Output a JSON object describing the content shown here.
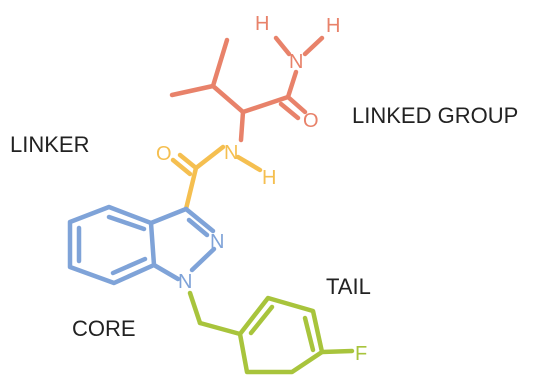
{
  "labels": {
    "linker": "LINKER",
    "linked_group": "LINKED GROUP",
    "core": "CORE",
    "tail": "TAIL"
  },
  "atoms": {
    "amide_h1": "H",
    "amide_h2": "H",
    "amide_n": "N",
    "amide_o": "O",
    "linker_o": "O",
    "linker_n": "N",
    "linker_h": "H",
    "core_n2": "N",
    "core_n1": "N",
    "fluorine": "F"
  },
  "colors": {
    "linked_group": "#e8826a",
    "linker": "#f5bf50",
    "core": "#7fa3d8",
    "tail": "#a8c43c",
    "text": "#222222"
  }
}
